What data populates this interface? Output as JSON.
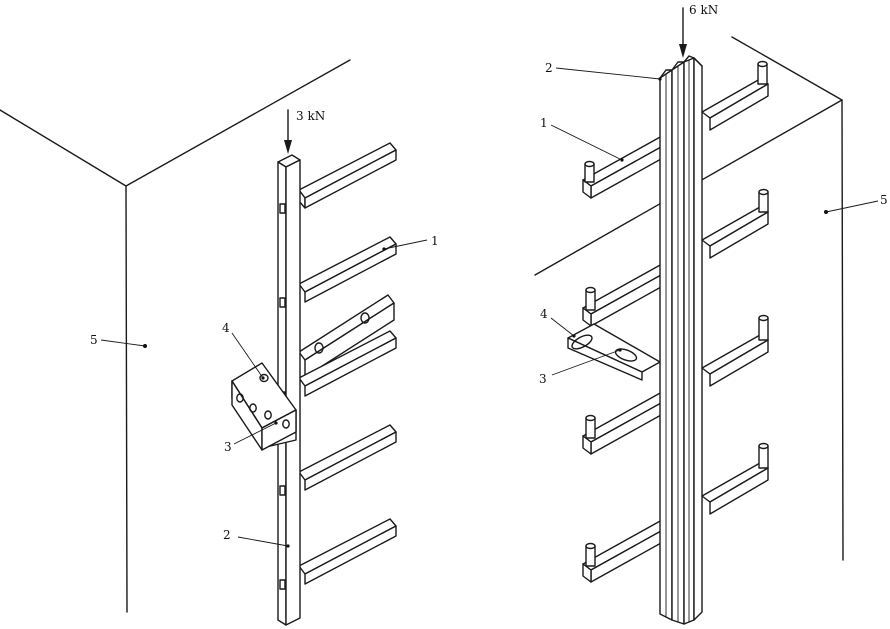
{
  "left_figure": {
    "load": "3 kN",
    "labels": [
      "1",
      "2",
      "3",
      "4",
      "5"
    ]
  },
  "right_figure": {
    "load": "6 kN",
    "labels": [
      "1",
      "2",
      "3",
      "4",
      "5"
    ]
  },
  "colors": {
    "ink": "#1a1a1a",
    "background": "#ffffff"
  }
}
